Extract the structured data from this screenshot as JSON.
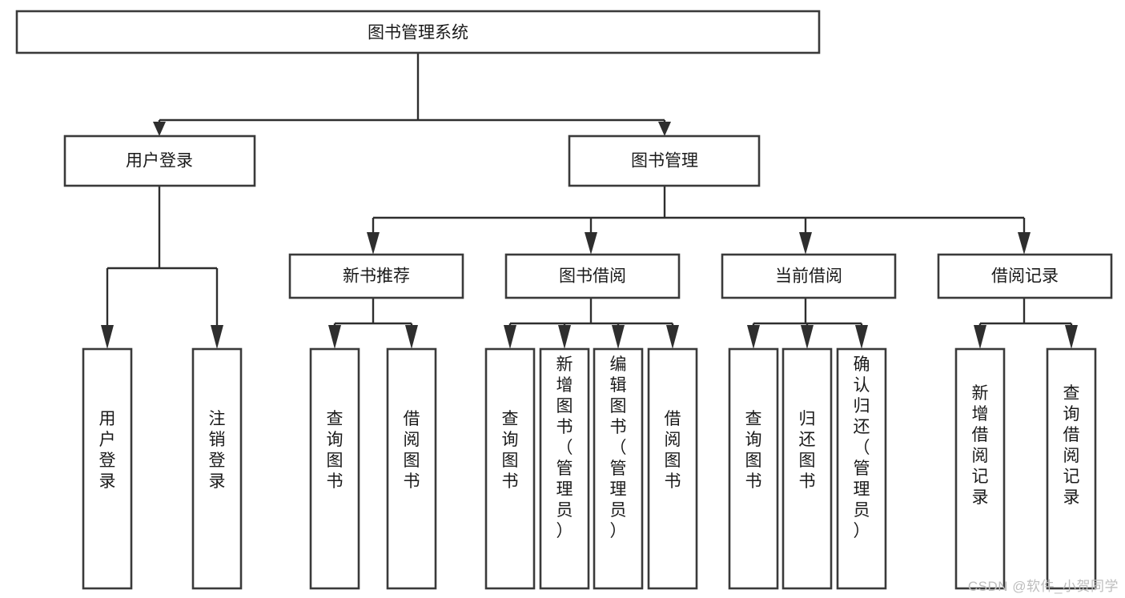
{
  "diagram": {
    "title": "图书管理系统",
    "type": "tree-hierarchy-chart",
    "root": {
      "id": "root",
      "label": "图书管理系统",
      "orientation": "horizontal"
    },
    "level2": [
      {
        "id": "user-login",
        "label": "用户登录",
        "orientation": "horizontal"
      },
      {
        "id": "book-manage",
        "label": "图书管理",
        "orientation": "horizontal"
      }
    ],
    "level3": [
      {
        "id": "new-book-recommend",
        "label": "新书推荐",
        "orientation": "horizontal",
        "parent": "book-manage"
      },
      {
        "id": "book-borrow",
        "label": "图书借阅",
        "orientation": "horizontal",
        "parent": "book-manage"
      },
      {
        "id": "current-borrow",
        "label": "当前借阅",
        "orientation": "horizontal",
        "parent": "book-manage"
      },
      {
        "id": "borrow-record",
        "label": "借阅记录",
        "orientation": "horizontal",
        "parent": "book-manage"
      }
    ],
    "leaves": [
      {
        "id": "leaf-user-login",
        "label": "用户登录",
        "orientation": "vertical",
        "parent": "user-login"
      },
      {
        "id": "leaf-user-logout",
        "label": "注销登录",
        "orientation": "vertical",
        "parent": "user-login"
      },
      {
        "id": "leaf-query-book-1",
        "label": "查询图书",
        "orientation": "vertical",
        "parent": "new-book-recommend"
      },
      {
        "id": "leaf-borrow-book-1",
        "label": "借阅图书",
        "orientation": "vertical",
        "parent": "new-book-recommend"
      },
      {
        "id": "leaf-query-book-2",
        "label": "查询图书",
        "orientation": "vertical",
        "parent": "book-borrow"
      },
      {
        "id": "leaf-add-book",
        "label": "新增图书（管理员）",
        "orientation": "vertical",
        "parent": "book-borrow"
      },
      {
        "id": "leaf-edit-book",
        "label": "编辑图书（管理员）",
        "orientation": "vertical",
        "parent": "book-borrow"
      },
      {
        "id": "leaf-borrow-book-2",
        "label": "借阅图书",
        "orientation": "vertical",
        "parent": "book-borrow"
      },
      {
        "id": "leaf-query-book-3",
        "label": "查询图书",
        "orientation": "vertical",
        "parent": "current-borrow"
      },
      {
        "id": "leaf-return-book",
        "label": "归还图书",
        "orientation": "vertical",
        "parent": "current-borrow"
      },
      {
        "id": "leaf-confirm-return",
        "label": "确认归还（管理员）",
        "orientation": "vertical",
        "parent": "current-borrow"
      },
      {
        "id": "leaf-add-record",
        "label": "新增借阅记录",
        "orientation": "vertical",
        "parent": "borrow-record"
      },
      {
        "id": "leaf-query-record",
        "label": "查询借阅记录",
        "orientation": "vertical",
        "parent": "borrow-record"
      }
    ],
    "colors": {
      "box_border": "#3a3a3a",
      "box_fill": "#ffffff",
      "line": "#2e2e2e",
      "text": "#1a1a1a",
      "watermark": "#bdbdbd",
      "background": "#ffffff"
    }
  },
  "watermark": {
    "text": "CSDN @软件_小贺同学"
  }
}
